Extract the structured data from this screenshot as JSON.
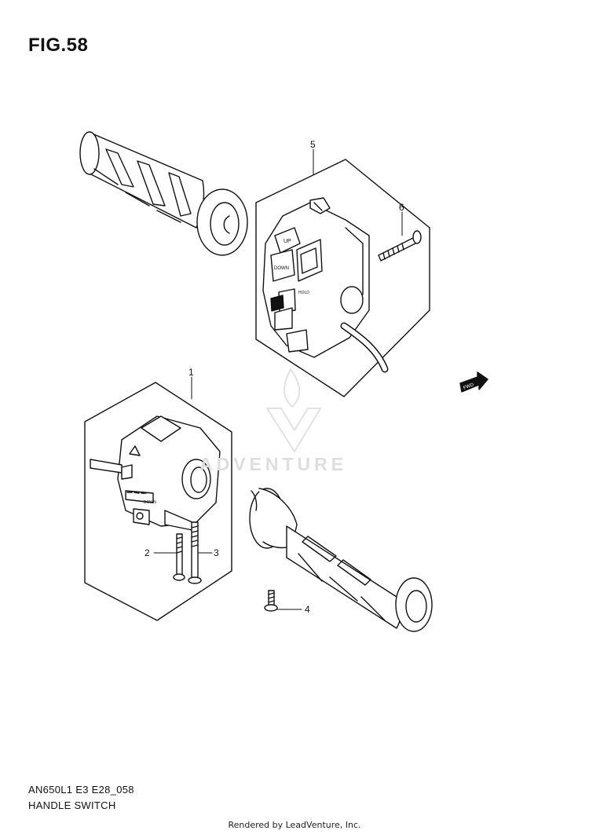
{
  "figure": {
    "title": "FIG.58"
  },
  "model_code": "AN650L1 E3 E28_058",
  "assembly_name": "HANDLE SWITCH",
  "footer": "Rendered by LeadVenture, Inc.",
  "watermark": "ADVENTURE",
  "fwd_label": "FWD",
  "switch_labels": {
    "up": "UP",
    "down": "DOWN",
    "down_left": "DOWN",
    "hold": "HOLD"
  },
  "callouts": [
    {
      "id": "1",
      "label": "1"
    },
    {
      "id": "2",
      "label": "2"
    },
    {
      "id": "3",
      "label": "3"
    },
    {
      "id": "4",
      "label": "4"
    },
    {
      "id": "5",
      "label": "5"
    },
    {
      "id": "6",
      "label": "6"
    }
  ]
}
